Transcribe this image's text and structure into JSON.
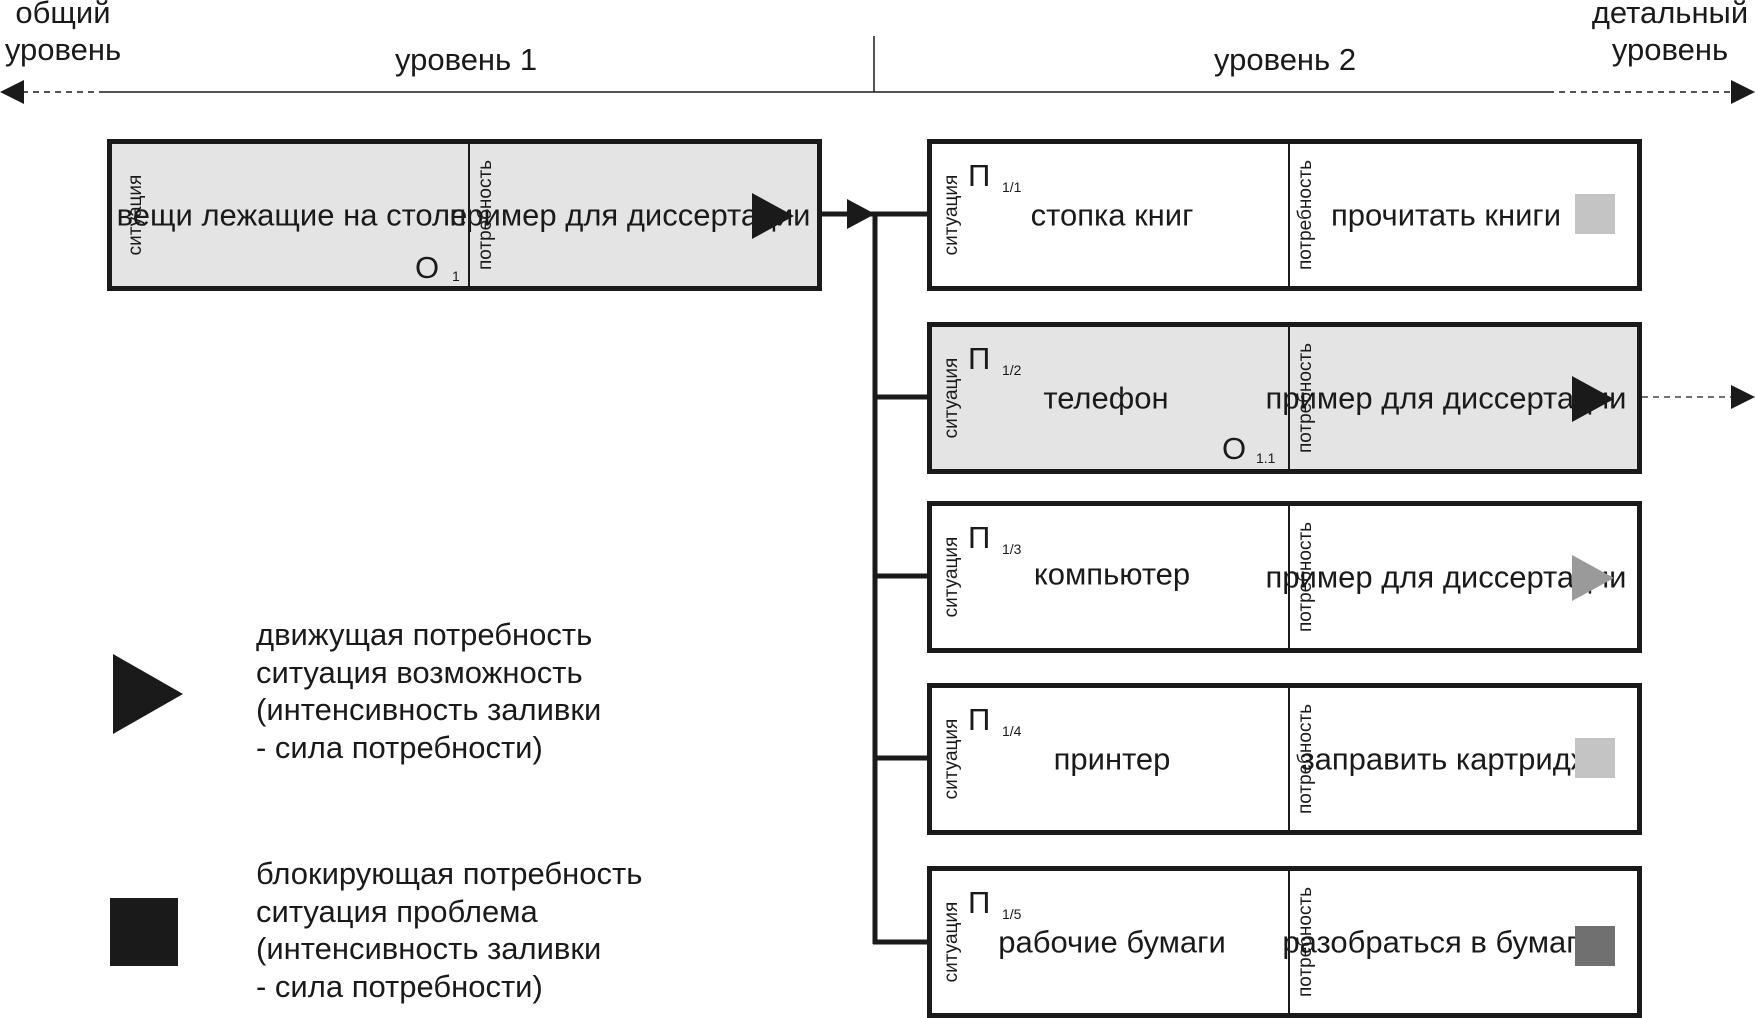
{
  "axis": {
    "left_label": "общий\nуровень",
    "right_label": "детальный\nуровень",
    "level1": "уровень 1",
    "level2": "уровень 2"
  },
  "root": {
    "situation_tag": "ситуация",
    "need_tag": "потребность",
    "situation": "вещи лежащие\nна столе",
    "o_letter": "О",
    "o_index": "1",
    "need": "пример для\nдиссертации",
    "need_type": "driving",
    "fill": "#1a1a1a"
  },
  "children": [
    {
      "situation_tag": "ситуация",
      "need_tag": "потребность",
      "p_letter": "П",
      "p_index": "1/1",
      "situation": "стопка книг",
      "need": "прочитать\nкниги",
      "need_type": "blocking",
      "fill": "#c4c4c4",
      "o_letter": "",
      "o_index": ""
    },
    {
      "situation_tag": "ситуация",
      "need_tag": "потребность",
      "p_letter": "П",
      "p_index": "1/2",
      "situation": "телефон",
      "need": "пример для\nдиссертации",
      "need_type": "driving",
      "fill": "#1a1a1a",
      "o_letter": "О",
      "o_index": "1.1"
    },
    {
      "situation_tag": "ситуация",
      "need_tag": "потребность",
      "p_letter": "П",
      "p_index": "1/3",
      "situation": "компьютер",
      "need": "пример для\nдиссертации",
      "need_type": "driving",
      "fill": "#9a9a9a",
      "o_letter": "",
      "o_index": ""
    },
    {
      "situation_tag": "ситуация",
      "need_tag": "потребность",
      "p_letter": "П",
      "p_index": "1/4",
      "situation": "принтер",
      "need": "заправить\nкартридж",
      "need_type": "blocking",
      "fill": "#c4c4c4",
      "o_letter": "",
      "o_index": ""
    },
    {
      "situation_tag": "ситуация",
      "need_tag": "потребность",
      "p_letter": "П",
      "p_index": "1/5",
      "situation": "рабочие бумаги",
      "need": "разобраться\nв бумагах",
      "need_type": "blocking",
      "fill": "#707070",
      "o_letter": "",
      "o_index": ""
    }
  ],
  "legend": {
    "driving": "движущая потребность\nситуация возможность\n(интенсивность заливки\n- сила потребности)",
    "blocking": "блокирующая потребность\nситуация проблема\n(интенсивность заливки\n- сила потребности)"
  },
  "colors": {
    "line": "#1a1a1a",
    "highlight_box": "#e4e4e4",
    "arrow_dash": "#444444"
  }
}
